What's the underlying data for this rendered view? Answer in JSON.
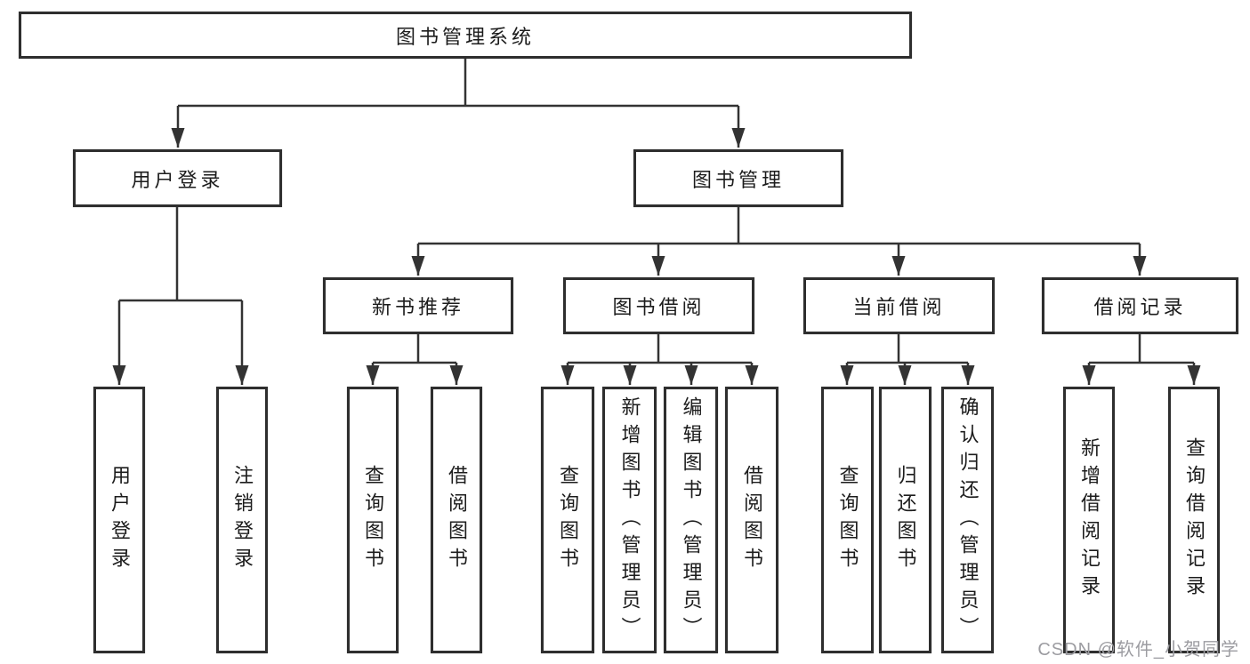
{
  "diagram_title": "图书管理系统",
  "watermark": "CSDN @软件_小贺同学",
  "colors": {
    "line": "#333333",
    "box_border": "#2e2e2e",
    "text": "#1c1c1c",
    "watermark": "#9c9ca1",
    "background": "#ffffff"
  },
  "tree": {
    "root": {
      "label": "图书管理系统"
    },
    "children": [
      {
        "label": "用户登录",
        "children": [
          {
            "label": "用户登录"
          },
          {
            "label": "注销登录"
          }
        ]
      },
      {
        "label": "图书管理",
        "children": [
          {
            "label": "新书推荐",
            "children": [
              {
                "label": "查询图书"
              },
              {
                "label": "借阅图书"
              }
            ]
          },
          {
            "label": "图书借阅",
            "children": [
              {
                "label": "查询图书"
              },
              {
                "label": "新增图书（管理员）"
              },
              {
                "label": "编辑图书（管理员）"
              },
              {
                "label": "借阅图书"
              }
            ]
          },
          {
            "label": "当前借阅",
            "children": [
              {
                "label": "查询图书"
              },
              {
                "label": "归还图书"
              },
              {
                "label": "确认归还（管理员）"
              }
            ]
          },
          {
            "label": "借阅记录",
            "children": [
              {
                "label": "新增借阅记录"
              },
              {
                "label": "查询借阅记录"
              }
            ]
          }
        ]
      }
    ]
  }
}
